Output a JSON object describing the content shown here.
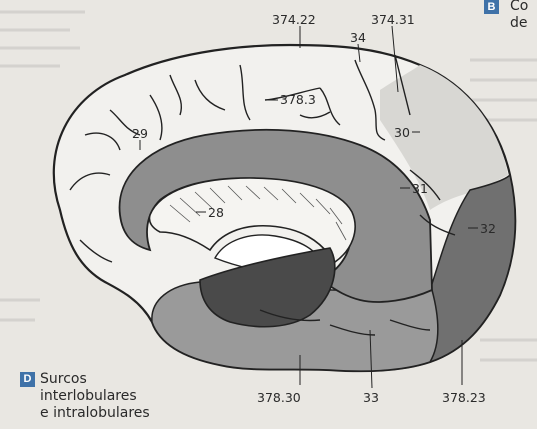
{
  "labels": {
    "l_374_22": "374.22",
    "l_374_31": "374.31",
    "l_34": "34",
    "l_378_3": "378.3",
    "l_29": "29",
    "l_30": "30",
    "l_31": "31",
    "l_28": "28",
    "l_32": "32",
    "l_378_30": "378.30",
    "l_33": "33",
    "l_378_23": "378.23"
  },
  "caption_d": {
    "badge": "D",
    "line1": "Surcos",
    "line2": "interlobulares",
    "line3": "e intralobulares"
  },
  "caption_b": {
    "badge": "B",
    "line1": "Co",
    "line2": "de"
  },
  "colors": {
    "page": "#e9e7e2",
    "frontal_parietal": "#f2f1ee",
    "cingulate": "#8e8e8e",
    "occipital": "#707070",
    "temporal": "#9a9a9a",
    "dark_region": "#4a4a4a",
    "badge": "#3f72a8"
  }
}
